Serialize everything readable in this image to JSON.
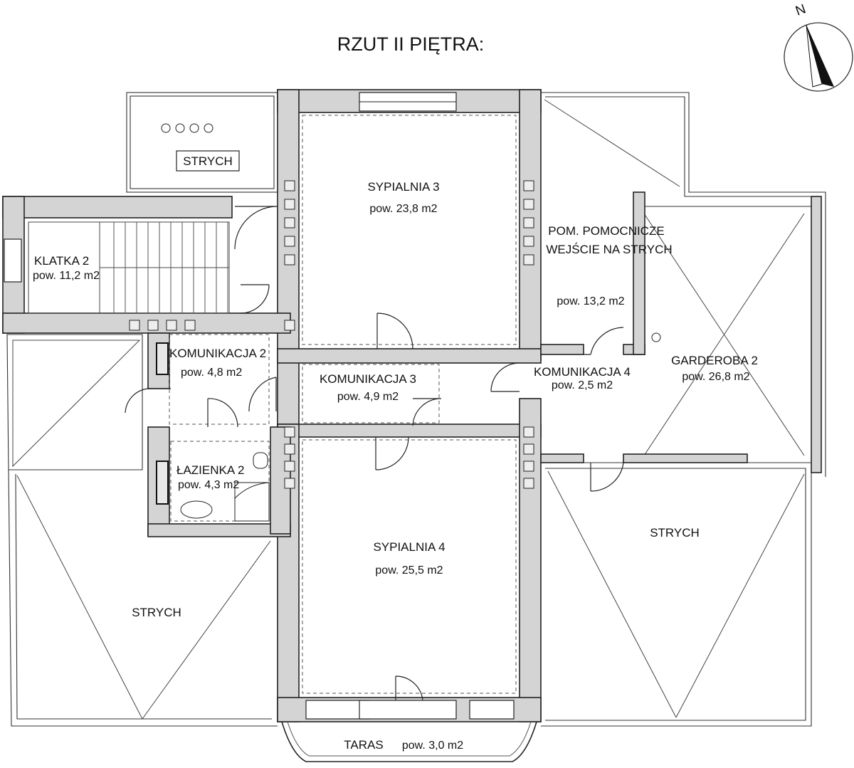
{
  "title": "RZUT II PIĘTRA:",
  "north_label": "N",
  "rooms": {
    "strych_top": {
      "name": "STRYCH"
    },
    "klatka": {
      "name": "KLATKA 2",
      "area": "pow. 11,2 m2"
    },
    "sypialnia3": {
      "name": "SYPIALNIA 3",
      "area": "pow. 23,8 m2"
    },
    "pom_pomocnicze": {
      "name_line1": "POM. POMOCNICZE",
      "name_line2": "WEJŚCIE NA STRYCH",
      "area": "pow. 13,2 m2"
    },
    "garderoba": {
      "name": "GARDEROBA 2",
      "area": "pow. 26,8 m2"
    },
    "komunikacja2": {
      "name": "KOMUNIKACJA 2",
      "area": "pow. 4,8 m2"
    },
    "komunikacja3": {
      "name": "KOMUNIKACJA 3",
      "area": "pow. 4,9 m2"
    },
    "komunikacja4": {
      "name": "KOMUNIKACJA 4",
      "area": "pow. 2,5 m2"
    },
    "lazienka": {
      "name": "ŁAZIENKA 2",
      "area": "pow. 4,3 m2"
    },
    "strych_right": {
      "name": "STRYCH"
    },
    "sypialnia4": {
      "name": "SYPIALNIA 4",
      "area": "pow. 25,5 m2"
    },
    "strych_left": {
      "name": "STRYCH"
    },
    "taras": {
      "name": "TARAS",
      "area": "pow. 3,0 m2"
    }
  },
  "colors": {
    "wall_fill": "#d4d4d4",
    "line": "#222222"
  }
}
